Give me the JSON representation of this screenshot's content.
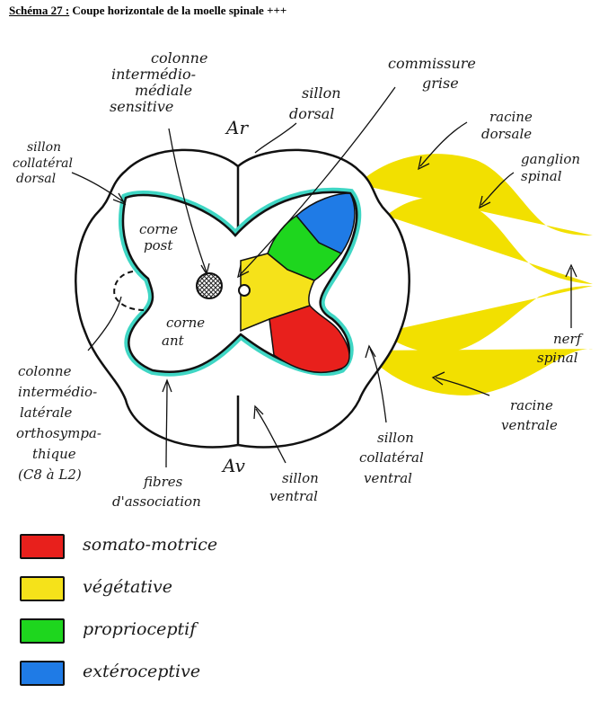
{
  "title": {
    "number": "Schéma 27 :",
    "text": " Coupe horizontale de la moelle spinale +++"
  },
  "labels": {
    "colonne_intermedio_mediale": [
      "colonne",
      "intermédio-",
      "médiale",
      "sensitive"
    ],
    "sillon_dorsal": [
      "sillon",
      "dorsal"
    ],
    "ar": "Ar",
    "commissure_grise": [
      "commissure",
      "grise"
    ],
    "racine_dorsale": [
      "racine",
      "dorsale"
    ],
    "ganglion_spinal": [
      "ganglion",
      "spinal"
    ],
    "sillon_collateral_dorsal": [
      "sillon",
      "collatéral",
      "dorsal"
    ],
    "corne_post": [
      "corne",
      "post"
    ],
    "corne_ant": [
      "corne",
      "ant"
    ],
    "nerf_spinal": [
      "nerf",
      "spinal"
    ],
    "colonne_intermedio_laterale": [
      "colonne",
      "intermédio-",
      "latérale",
      "orthosympa-",
      "thique",
      "(C8 à L2)"
    ],
    "racine_ventrale": [
      "racine",
      "ventrale"
    ],
    "sillon_collateral_ventral": [
      "sillon",
      "collatéral",
      "ventral"
    ],
    "av": "Av",
    "sillon_ventral": [
      "sillon",
      "ventral"
    ],
    "fibres_association": [
      "fibres",
      "d'association"
    ]
  },
  "colors": {
    "somato_motrice": "#e8201c",
    "vegetative": "#f5e21a",
    "proprioceptif": "#1ed61e",
    "exteroceptive": "#1f7be6",
    "outline_teal": "#3fd6c4",
    "root_yellow": "#f2e000"
  },
  "legend": [
    {
      "key": "somato_motrice",
      "label": "somato-motrice",
      "color": "#e8201c"
    },
    {
      "key": "vegetative",
      "label": "végétative",
      "color": "#f5e21a"
    },
    {
      "key": "proprioceptif",
      "label": "proprioceptif",
      "color": "#1ed61e"
    },
    {
      "key": "exteroceptive",
      "label": "extéroceptive",
      "color": "#1f7be6"
    }
  ]
}
